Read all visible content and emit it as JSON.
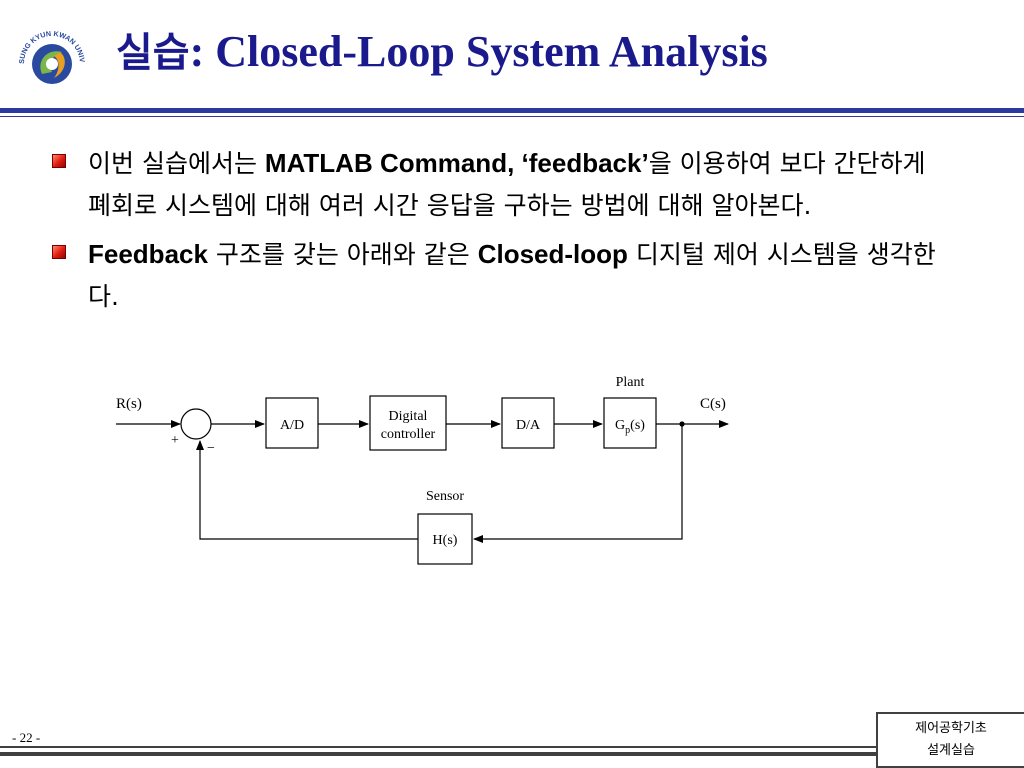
{
  "logo": {
    "text": "SUNG KYUN KWAN UNIVERSITY",
    "icon": "university-seal-icon",
    "colors": [
      "#2a4aa0",
      "#7ab648",
      "#e8a020"
    ]
  },
  "title": {
    "korean": "실습",
    "english": ": Closed-Loop System Analysis",
    "color": "#1a1a8c"
  },
  "bullets": [
    {
      "pre": "이번 실습에서는 ",
      "bold": "MATLAB Command, ‘feedback’",
      "post": "을 이용하여 보다 간단하게 폐회로 시스템에 대해 여러 시간 응답을 구하는 방법에 대해 알아본다."
    },
    {
      "pre": "",
      "bold": "Feedback",
      "mid": " 구조를 갖는 아래와 같은 ",
      "bold2": "Closed-loop",
      "post": " 디지털 제어 시스템을 생각한다."
    }
  ],
  "diagram": {
    "input": "R(s)",
    "output": "C(s)",
    "plus": "+",
    "minus": "−",
    "ad": "A/D",
    "controller_line1": "Digital",
    "controller_line2": "controller",
    "da": "D/A",
    "plant_label": "Plant",
    "plant_block": "Gp(s)",
    "plant_block_main": "G",
    "plant_block_sub": "p",
    "plant_block_tail": "(s)",
    "sensor_label": "Sensor",
    "sensor_block": "H(s)"
  },
  "footer": {
    "page": "- 22 -",
    "course_line1": "제어공학기초",
    "course_line2": "설계실습"
  }
}
